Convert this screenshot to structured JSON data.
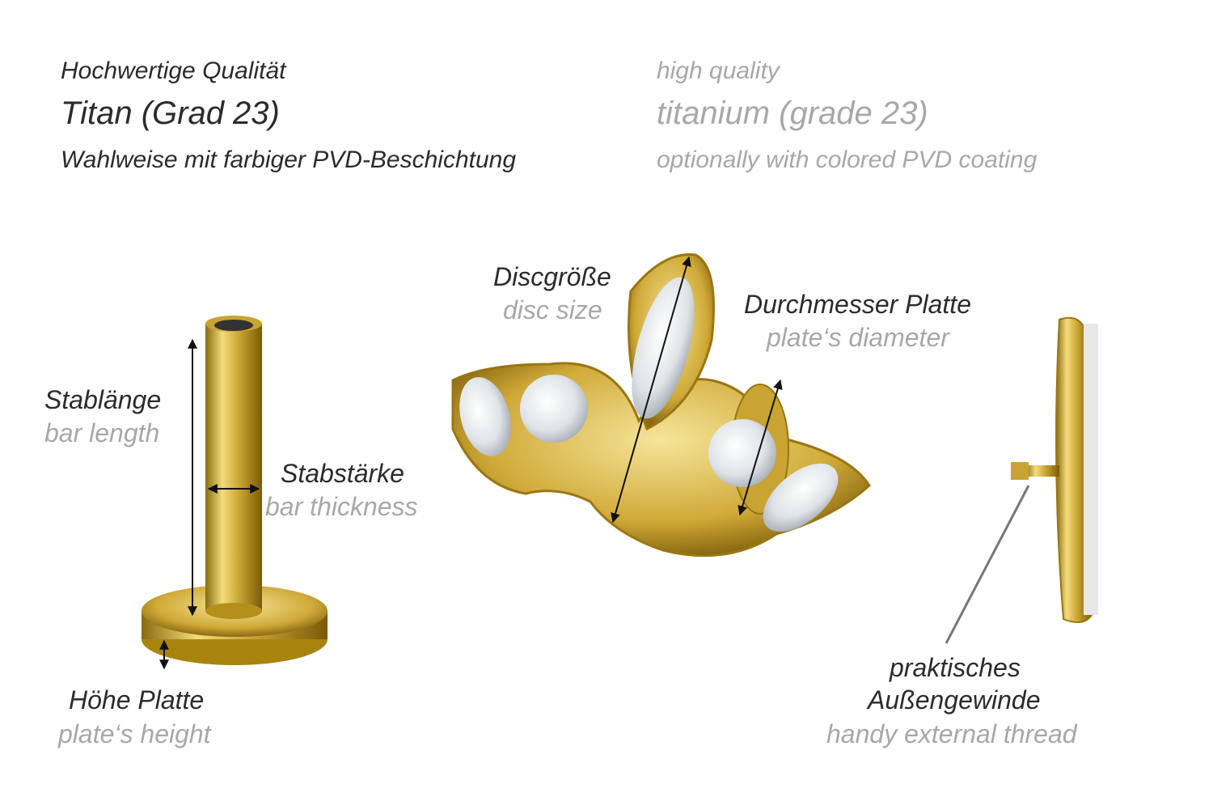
{
  "header": {
    "de": {
      "quality": "Hochwertige Qualität",
      "material": "Titan (Grad 23)",
      "coating": "Wahlweise mit farbiger PVD-Beschichtung"
    },
    "en": {
      "quality": "high quality",
      "material": "titanium (grade 23)",
      "coating": "optionally with colored PVD coating"
    }
  },
  "labels": {
    "bar_length": {
      "de": "Stablänge",
      "en": "bar length"
    },
    "bar_thickness": {
      "de": "Stabstärke",
      "en": "bar thickness"
    },
    "plate_height": {
      "de": "Höhe Platte",
      "en": "plate‘s height"
    },
    "disc_size": {
      "de": "Discgröße",
      "en": "disc size"
    },
    "plate_diameter": {
      "de": "Durchmesser Platte",
      "en": "plate‘s diameter"
    },
    "external_thread": {
      "de_line1": "praktisches",
      "de_line2": "Außengewinde",
      "en": "handy external thread"
    }
  },
  "colors": {
    "gold": "#d9b640",
    "gold_dark": "#a07c12",
    "text_de": "#2b2b2b",
    "text_en": "#a8a8a8"
  }
}
